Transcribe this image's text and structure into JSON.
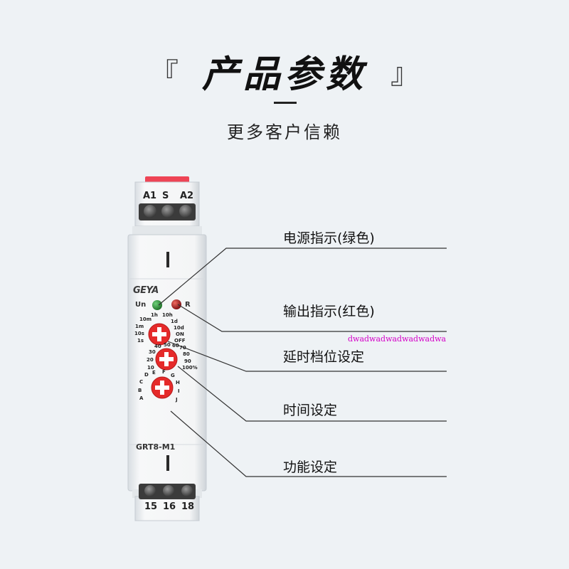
{
  "header": {
    "bracket_open": "『",
    "title": "产品参数",
    "bracket_close": "』",
    "subtitle": "更多客户信赖"
  },
  "device": {
    "brand": "GEYA",
    "top_terminals": [
      "A1",
      "S",
      "A2"
    ],
    "indicators": {
      "power": "Un",
      "output": "R"
    },
    "dial_time_range": [
      "10m",
      "1h",
      "10h",
      "1m",
      "1d",
      "10s",
      "10d",
      "1s",
      "ON",
      "OFF"
    ],
    "dial_percent": [
      "40",
      "50",
      "60",
      "70",
      "30",
      "80",
      "20",
      "90",
      "10",
      "100%"
    ],
    "dial_function": [
      "D",
      "E",
      "F",
      "G",
      "C",
      "H",
      "B",
      "I",
      "A",
      "J"
    ],
    "model": "GRT8-M1",
    "bottom_terminals": [
      "15",
      "16",
      "18"
    ],
    "colors": {
      "led_power": "#2e9a3a",
      "led_output": "#c4151c",
      "knob": "#e52a2a",
      "top_accent": "#ee4455"
    }
  },
  "callouts": [
    {
      "label": "电源指示(绿色)"
    },
    {
      "label": "输出指示(红色)"
    },
    {
      "label": "延时档位设定"
    },
    {
      "label": "时间设定"
    },
    {
      "label": "功能设定"
    }
  ],
  "watermark": "dwadwadwadwadwadwa"
}
